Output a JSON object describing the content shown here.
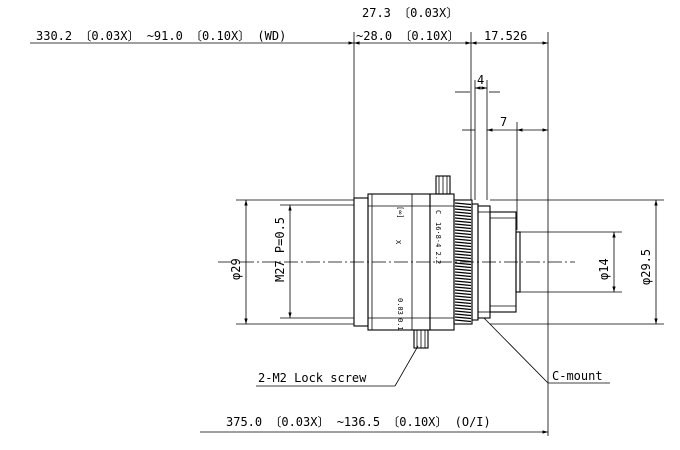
{
  "dimensions": {
    "wd_range": "330.2 〔0.03X〕 ~91.0 〔0.10X〕 (WD)",
    "length_top": "27.3 〔0.03X〕",
    "length_bottom": "~28.0 〔0.10X〕",
    "flange_back": "17.526",
    "dim_4": "4",
    "dim_7": "7",
    "oi_range": "375.0 〔0.03X〕 ~136.5 〔0.10X〕 (O/I)",
    "dia_29": "φ29",
    "thread": "M27 P=0.5",
    "dia_14": "φ14",
    "dia_29_5": "φ29.5"
  },
  "callouts": {
    "lock_screw": "2-M2 Lock screw",
    "mount": "C-mount"
  },
  "lens_marks": {
    "mark_top": "[∞]",
    "mark_x": "X",
    "mark_bottom_a": "0.03",
    "mark_bottom_b": "0.1",
    "focus_scale": "16·8·4 2.2",
    "focus_c": "C"
  },
  "colors": {
    "line": "#000000",
    "background": "#ffffff"
  }
}
